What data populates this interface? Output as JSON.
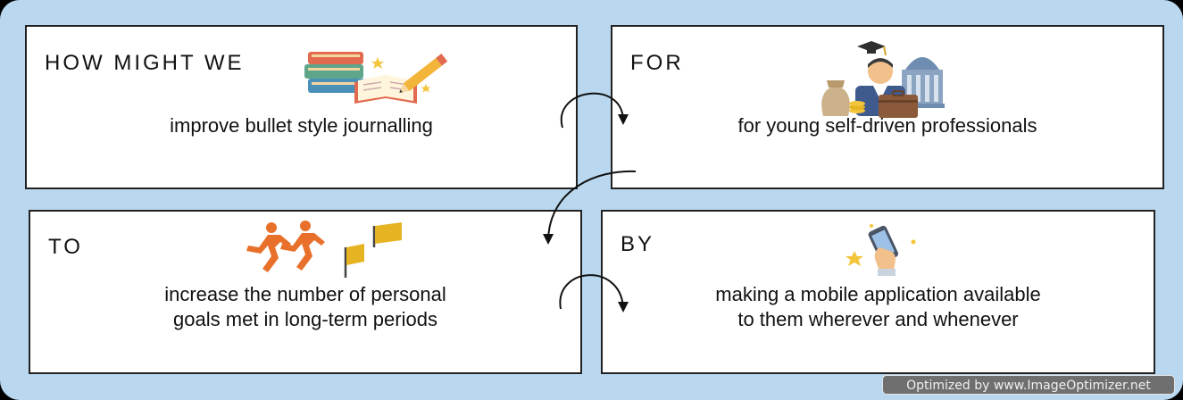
{
  "cards": {
    "how_might_we": {
      "title": "HOW MIGHT WE",
      "text": "improve bullet style journalling",
      "icon": "books-pencil-icon"
    },
    "for": {
      "title": "FOR",
      "text": "for young self-driven professionals",
      "icon": "graduate-bank-money-icon"
    },
    "to": {
      "title": "TO",
      "text_line1": "increase the number of personal",
      "text_line2": "goals met in long-term periods",
      "icon": "runners-flag-icon"
    },
    "by": {
      "title": "BY",
      "text_line1": "making a mobile application available",
      "text_line2": "to them wherever and whenever",
      "icon": "hand-phone-icon"
    }
  },
  "watermark": "Optimized by www.ImageOptimizer.net",
  "colors": {
    "background": "#b9d8f0",
    "card": "#ffffff",
    "border": "#222222",
    "accent_orange": "#e8702a",
    "accent_yellow": "#e6b422"
  }
}
